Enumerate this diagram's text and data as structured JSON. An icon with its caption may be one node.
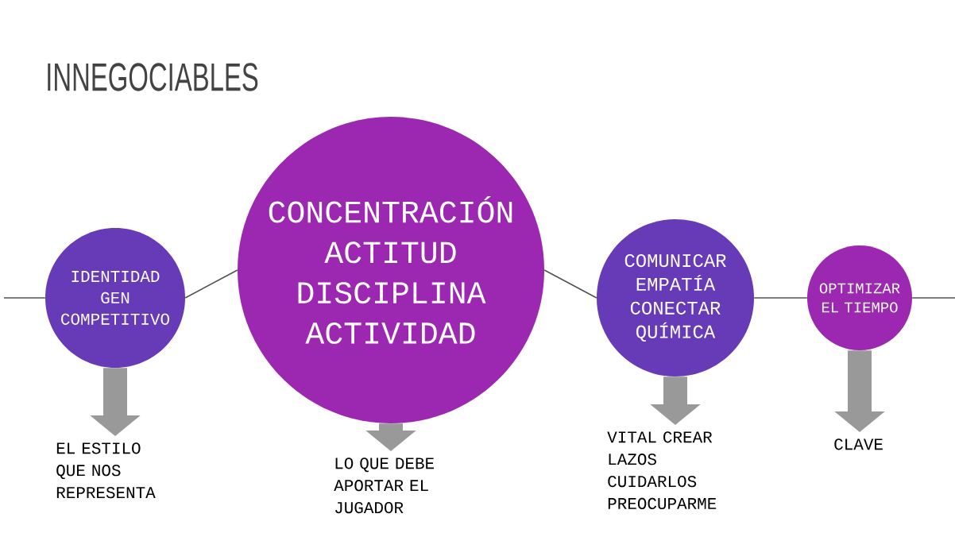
{
  "diagram": {
    "title": "INNEGOCIABLES",
    "nodes": [
      {
        "text": [
          "IDENTIDAD GEN COMPETITIVO"
        ]
      },
      {
        "text": [
          "CONCENTRACIÓN ACTITUD DISCIPLINA ACTIVIDAD"
        ]
      },
      {
        "text": [
          "COMUNICAR EMPATÍA CONECTAR QUÍMICA"
        ]
      },
      {
        "text": [
          "OPTIMIZAR EL TIEMPO"
        ]
      },
      {
        "text": [
          "EL ESTILO QUE NOS REPRESENTA"
        ]
      },
      {
        "text": [
          "LO QUE DEBE APORTAR EL JUGADOR"
        ]
      },
      {
        "text": [
          "VITAL CREAR LAZOS CUIDARLOS PREOCUPARME"
        ]
      },
      {
        "text": [
          "CLAVE"
        ]
      }
    ],
    "edges": [
      {
        "from": null,
        "to": 0,
        "arrow": "none"
      },
      {
        "from": 0,
        "to": 1,
        "arrow": "none"
      },
      {
        "from": 1,
        "to": 2,
        "arrow": "none"
      },
      {
        "from": 2,
        "to": 3,
        "arrow": "none"
      },
      {
        "from": 3,
        "to": null,
        "arrow": "none"
      },
      {
        "from": 0,
        "to": 4,
        "arrow": "to",
        "style": "thick",
        "color": "#999999"
      },
      {
        "from": 1,
        "to": 5,
        "arrow": "to",
        "style": "thick",
        "color": "#999999"
      },
      {
        "from": 2,
        "to": 6,
        "arrow": "to",
        "style": "thick",
        "color": "#999999"
      },
      {
        "from": 3,
        "to": 7,
        "arrow": "to",
        "style": "thick",
        "color": "#999999"
      }
    ]
  }
}
